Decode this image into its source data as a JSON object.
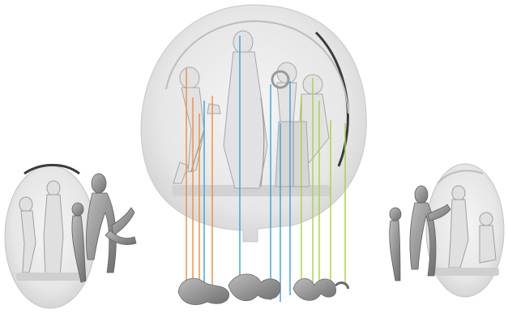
{
  "figure": {
    "panels": [
      {
        "id": "left-relief-with-skeletons"
      },
      {
        "id": "center-relief-with-correspondence-lines"
      },
      {
        "id": "right-relief-with-skeletons"
      }
    ],
    "colors": {
      "background": "#ffffff",
      "relief_light": "#eeeeee",
      "relief_mid": "#d9d9d9",
      "relief_shadow": "#9a9a9a",
      "rim_dark": "#3a3a3a",
      "skeleton": "#8f8f8f",
      "skeleton_dark": "#6b6b6b",
      "line_orange": "#f28b3c",
      "line_blue": "#3aa0d8",
      "line_green": "#a6d43c"
    },
    "line_groups": [
      {
        "color_key": "line_orange",
        "count": 4
      },
      {
        "color_key": "line_blue",
        "count": 5
      },
      {
        "color_key": "line_green",
        "count": 5
      }
    ]
  }
}
